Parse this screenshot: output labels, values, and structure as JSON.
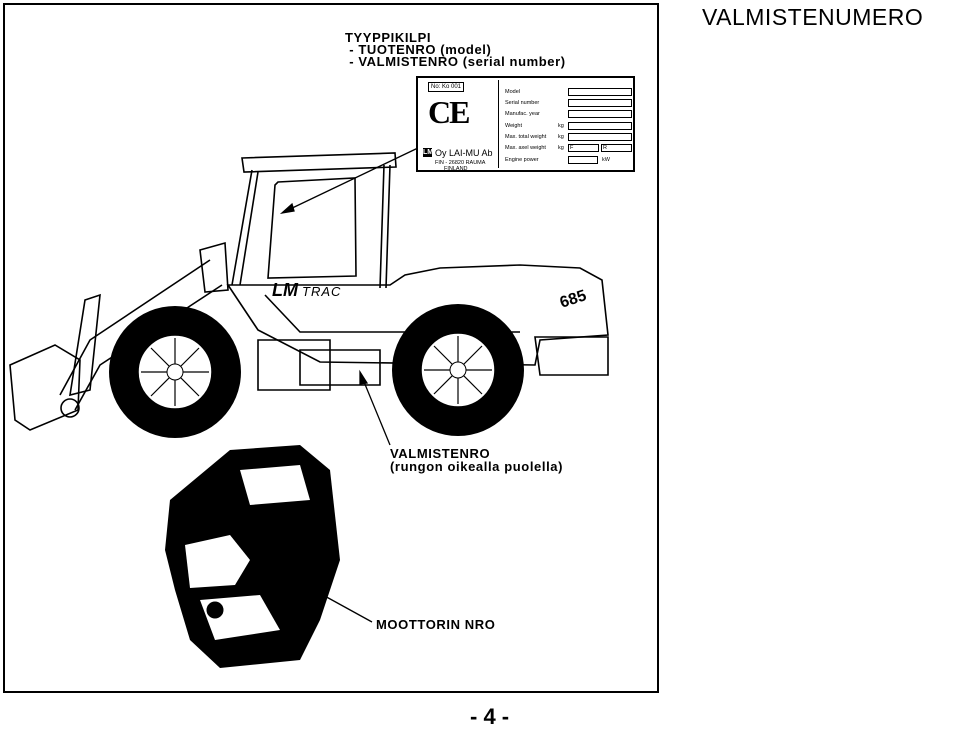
{
  "page": {
    "heading": "VALMISTENUMERO",
    "page_number": "- 4 -"
  },
  "plate_title": {
    "line1": "TYYPPIKILPI",
    "line2": " - TUOTENRO (model)",
    "line3": " - VALMISTENRO (serial number)"
  },
  "plate": {
    "no_label": "No: Ko 001",
    "ce_mark": "CE",
    "logo": "LM",
    "company": "Oy LAI-MU Ab",
    "address_line1": "FIN - 26820 RAUMA",
    "address_line2": "FINLAND",
    "fields": {
      "model": "Model",
      "serial": "Serial number",
      "year": "Manufac. year",
      "weight": "Weight",
      "total_weight": "Max. total weight",
      "axel_weight": "Max. axel weight",
      "engine_power": "Engine power"
    },
    "units": {
      "weight_kg": "kg",
      "total_kg": "kg",
      "axel_kg": "kg",
      "front": "F",
      "rear": "R",
      "kw": "kW"
    }
  },
  "machine": {
    "brand": "LM",
    "model_text": "TRAC",
    "model_number": "685"
  },
  "callouts": {
    "frame_line1": "VALMISTENRO",
    "frame_line2": "(rungon oikealla puolella)",
    "engine": "MOOTTORIN NRO"
  }
}
